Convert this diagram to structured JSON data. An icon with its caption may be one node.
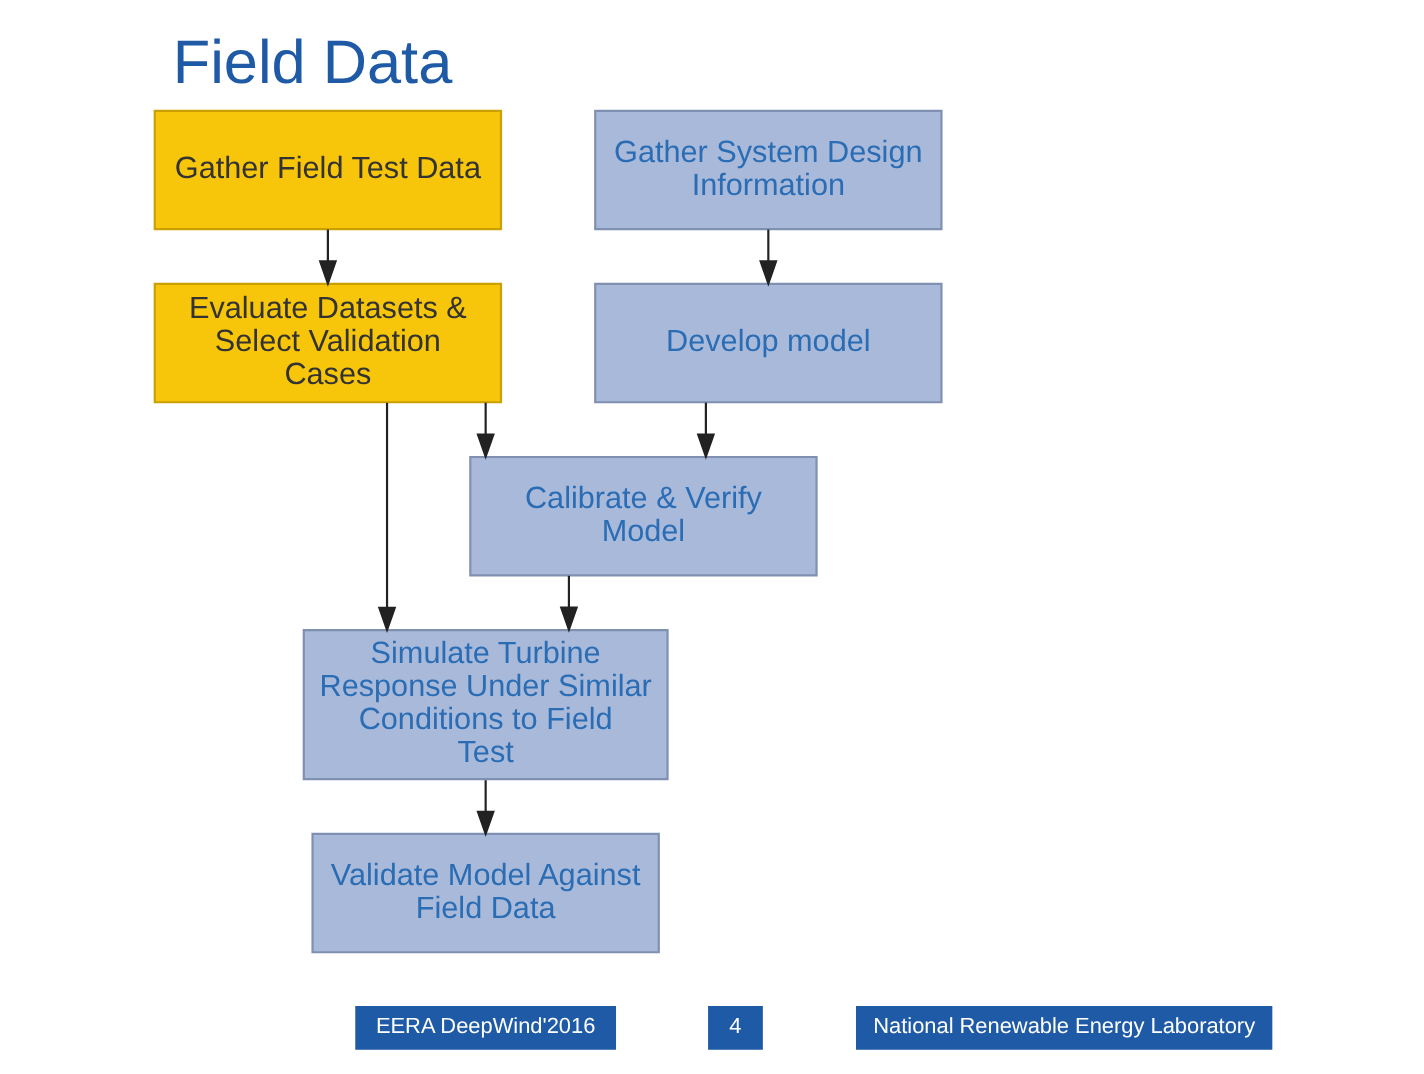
{
  "diagram": {
    "title": "Field Data",
    "nodes": [
      {
        "text": [
          "Gather Field Test Data"
        ]
      },
      {
        "text": [
          "Evaluate Datasets & Select Validation Cases"
        ]
      },
      {
        "text": [
          "Gather System Design Information"
        ]
      },
      {
        "text": [
          "Develop model"
        ]
      },
      {
        "text": [
          "Calibrate & Verify Model"
        ]
      },
      {
        "text": [
          "Simulate Turbine Response Under Similar Conditions to Field Test"
        ]
      },
      {
        "text": [
          "Validate Model Against Field Data"
        ]
      }
    ],
    "edges": [
      {
        "from": 0,
        "to": 1,
        "arrow": "to"
      },
      {
        "from": 2,
        "to": 3,
        "arrow": "to"
      },
      {
        "from": 1,
        "to": 4,
        "arrow": "to"
      },
      {
        "from": 3,
        "to": 4,
        "arrow": "to"
      },
      {
        "from": 1,
        "to": 5,
        "arrow": "to"
      },
      {
        "from": 4,
        "to": 5,
        "arrow": "to"
      },
      {
        "from": 5,
        "to": 6,
        "arrow": "to"
      }
    ],
    "labels": [
      "EERA DeepWind'2016",
      "4",
      "National Renewable Energy Laboratory"
    ]
  }
}
